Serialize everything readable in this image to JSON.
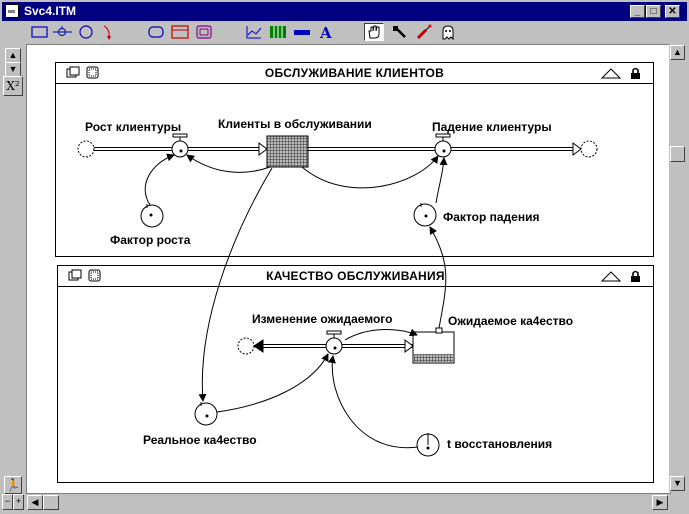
{
  "window": {
    "title": "Svc4.ITM"
  },
  "title_buttons": {
    "minimize": "_",
    "maximize": "□",
    "close": "✕"
  },
  "toolbar": {
    "tools": [
      "stock-icon",
      "flow-icon",
      "converter-icon",
      "connector-icon",
      "decision-icon",
      "sector-icon",
      "button-icon",
      "graph-icon",
      "table-icon",
      "numeric-display-icon",
      "text-icon",
      "hand-icon",
      "paintbrush-icon",
      "dynamite-icon",
      "ghost-icon"
    ]
  },
  "left_panel": {
    "x2_label": "X²"
  },
  "sectors": [
    {
      "title": "ОБСЛУЖИВАНИЕ КЛИЕНТОВ"
    },
    {
      "title": "КАЧЕСТВО  ОБСЛУЖИВАНИЯ"
    }
  ],
  "model": {
    "stocks": {
      "clients": "Клиенты в обслуживании",
      "expected_quality": "Ожидаемое ка4ество"
    },
    "flows": {
      "growth": "Рост клиентуры",
      "decline": "Падение клиентуры",
      "expected_change": "Изменение ожидаемого"
    },
    "converters": {
      "growth_factor": "Фактор роста",
      "decline_factor": "Фактор падения",
      "real_quality": "Реальное ка4ество",
      "recovery_time": "t восстановления"
    }
  },
  "bottom_controls": {
    "zoom_out": "−",
    "zoom_in": "+"
  }
}
